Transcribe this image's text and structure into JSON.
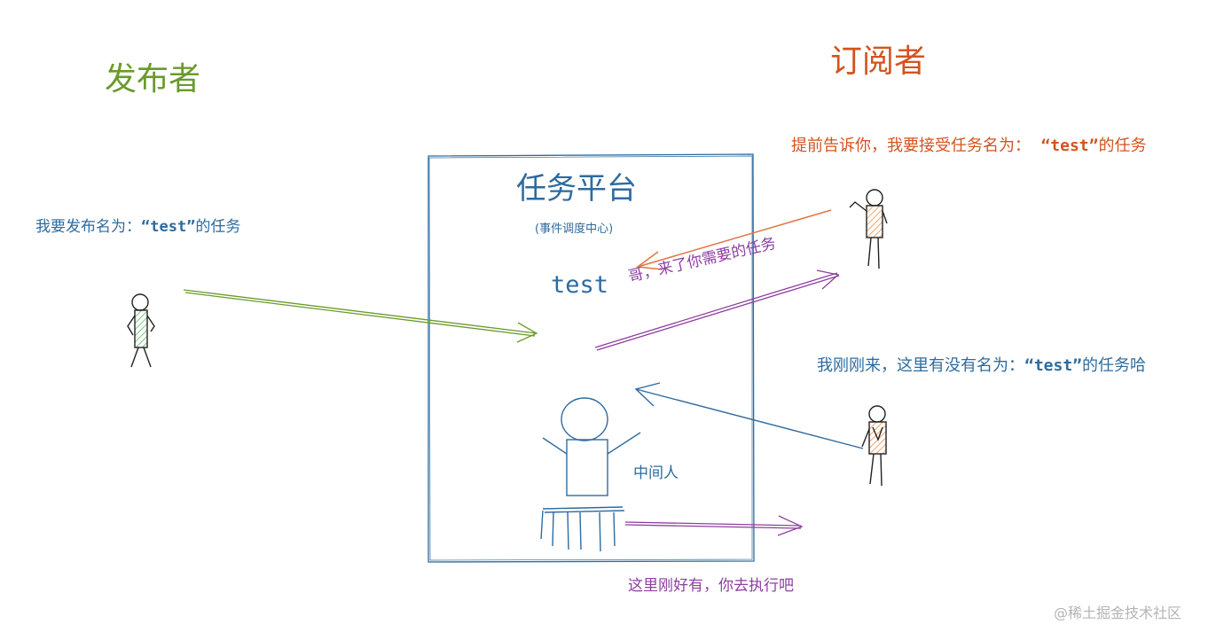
{
  "labels": {
    "publisher_title": "发布者",
    "subscriber_title": "订阅者",
    "platform_title": "任务平台",
    "platform_subtitle": "(事件调度中心)",
    "topic": "test",
    "middleman": "中间人",
    "watermark": "@稀土掘金技术社区"
  },
  "messages": {
    "subscriber_before": "提前告诉你，我要接受任务名为：",
    "subscriber_code": "“test”",
    "subscriber_after": "的任务",
    "publisher_before": "我要发布名为：",
    "publisher_code": "“test”",
    "publisher_after": "的任务",
    "notify": "哥，来了你需要的任务",
    "newcomer_before": "我刚刚来，这里有没有名为：",
    "newcomer_code": "“test”",
    "newcomer_after": "的任务哈",
    "reply": "这里刚好有，你去执行吧"
  },
  "colors": {
    "green": "#6a9a2a",
    "orange": "#d2541f",
    "blue": "#2e6b9f",
    "purple": "#8e3ea0"
  }
}
